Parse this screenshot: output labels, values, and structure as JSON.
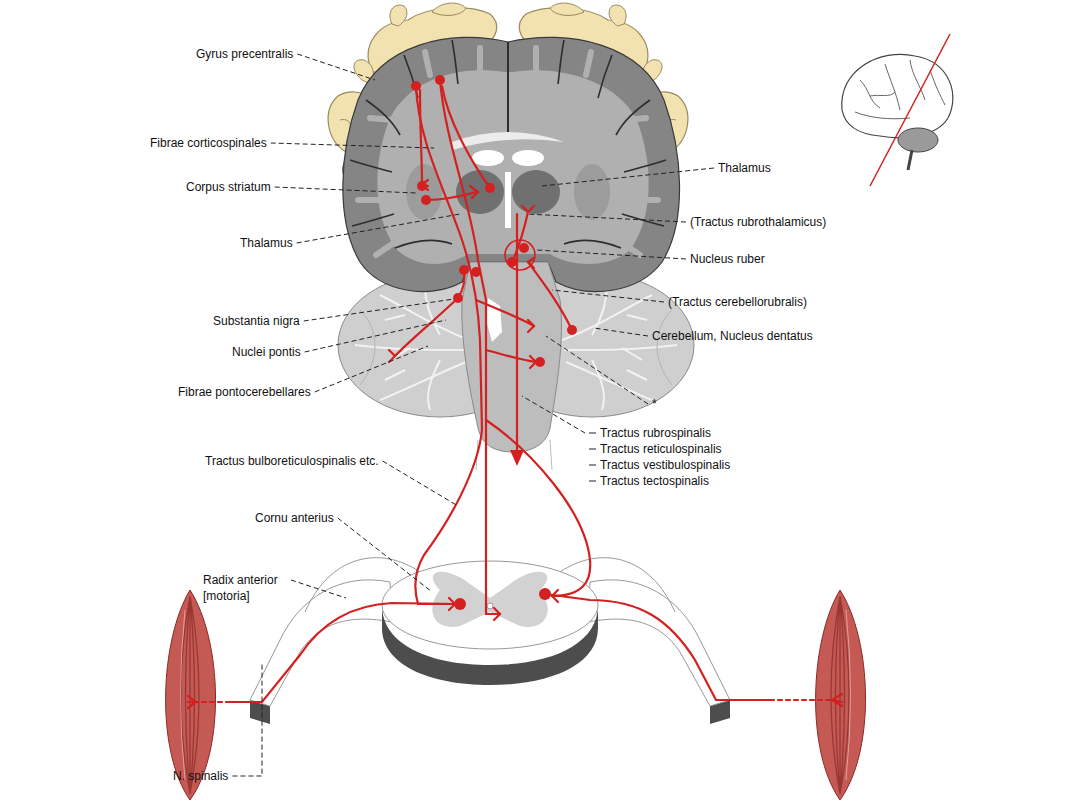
{
  "diagram": {
    "labels": [
      "Gyrus precentralis",
      "Fibrae corticospinales",
      "Corpus striatum",
      "Thalamus",
      "Thalamus",
      "(Tractus rubrothalamicus)",
      "Nucleus ruber",
      "Substantia nigra",
      "(Tractus cerebellorubralis)",
      "Nuclei pontis",
      "Cerebellum, Nucleus dentatus",
      "Fibrae pontocerebellares",
      "*",
      "Tractus bulboreticulospinalis etc.",
      "Tractus rubrospinalis",
      "Tractus reticulospinalis",
      "Tractus vestibulospinalis",
      "Tractus tectospinalis",
      "Cornu anterius",
      "Radix anterior [motoria]",
      "N. spinalis"
    ]
  }
}
